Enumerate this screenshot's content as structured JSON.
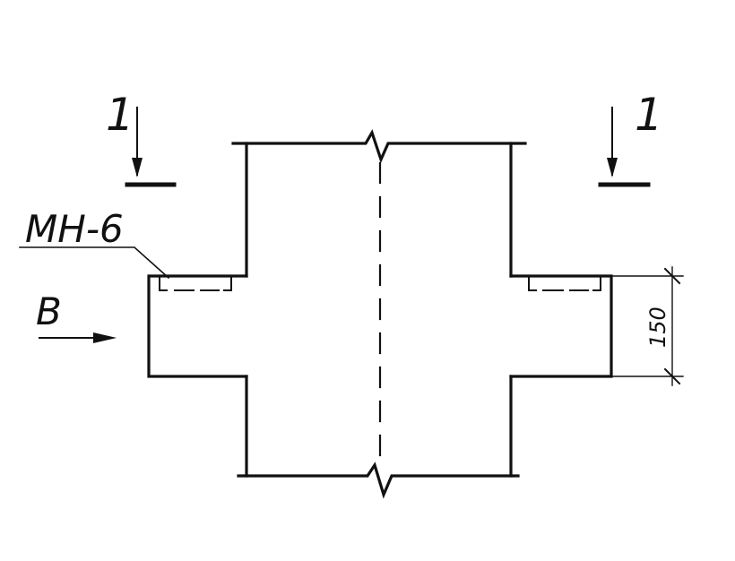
{
  "section_markers": {
    "left": "1",
    "right": "1"
  },
  "embedded_part_label": "МН-6",
  "view_label": "В",
  "dimension_value": "150",
  "colors": {
    "line": "#111111",
    "background": "#ffffff"
  }
}
